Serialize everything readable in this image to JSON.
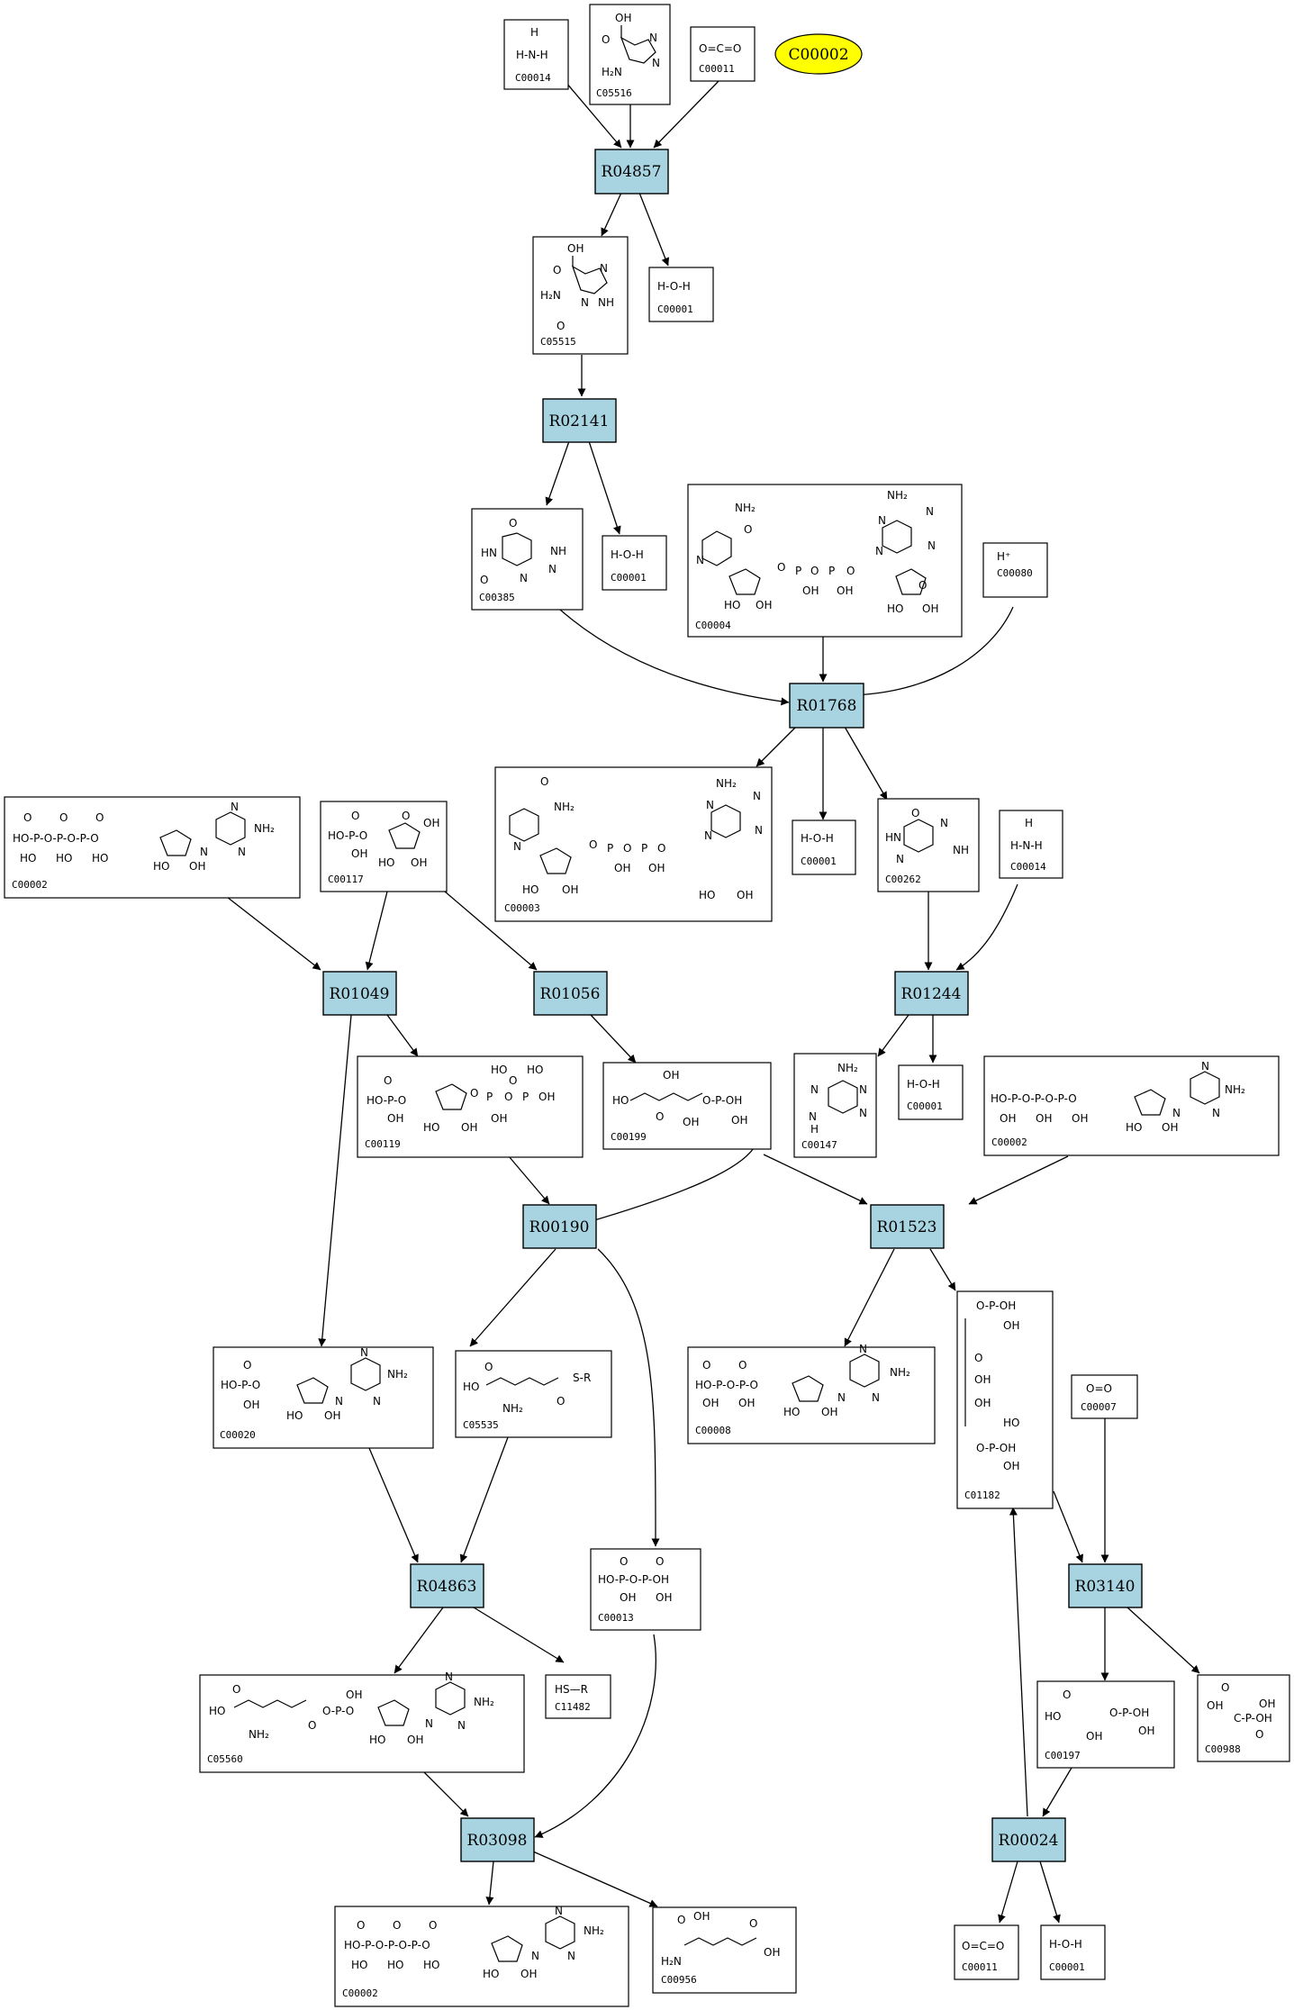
{
  "seed": {
    "label": "C00002"
  },
  "reactions": {
    "R04857": "R04857",
    "R02141": "R02141",
    "R01768": "R01768",
    "R01049": "R01049",
    "R01056": "R01056",
    "R01244": "R01244",
    "R00190": "R00190",
    "R01523": "R01523",
    "R04863": "R04863",
    "R03140": "R03140",
    "R03098": "R03098",
    "R00024": "R00024"
  },
  "compounds": {
    "c00014a": {
      "id": "C00014",
      "formula": [
        "H",
        "H-N-H"
      ]
    },
    "c05516": {
      "id": "C05516",
      "atoms": [
        "OH",
        "O",
        "N",
        "H₂N",
        "N"
      ]
    },
    "c00011a": {
      "id": "C00011",
      "formula": [
        "O=C=O"
      ]
    },
    "c05515": {
      "id": "C05515",
      "atoms": [
        "OH",
        "O",
        "N",
        "H₂N",
        "N",
        "O",
        "NH"
      ]
    },
    "c00001a": {
      "id": "C00001",
      "formula": [
        "H-O-H"
      ]
    },
    "c00385": {
      "id": "C00385",
      "atoms": [
        "O",
        "HN",
        "O",
        "N",
        "NH",
        "N"
      ]
    },
    "c00001b": {
      "id": "C00001",
      "formula": [
        "H-O-H"
      ]
    },
    "c00004": {
      "id": "C00004",
      "atoms": [
        "NH₂",
        "O",
        "N",
        "O",
        "P",
        "O",
        "P",
        "O",
        "OH",
        "OH",
        "HO",
        "OH",
        "NH₂",
        "N",
        "N",
        "N",
        "N",
        "O",
        "HO",
        "OH"
      ]
    },
    "c00080": {
      "id": "C00080",
      "formula": [
        "H⁺"
      ]
    },
    "c00002a": {
      "id": "C00002",
      "atoms": [
        "O",
        "O",
        "O",
        "HO-P-O-P-O-P-O",
        "HO",
        "HO",
        "HO",
        "N",
        "NH₂",
        "N",
        "N",
        "HO",
        "OH"
      ]
    },
    "c00117": {
      "id": "C00117",
      "atoms": [
        "O",
        "HO-P-O",
        "OH",
        "O",
        "OH",
        "HO",
        "OH"
      ]
    },
    "c00003": {
      "id": "C00003",
      "atoms": [
        "O",
        "NH₂",
        "N",
        "O",
        "P",
        "O",
        "P",
        "O",
        "OH",
        "OH",
        "HO",
        "OH",
        "NH₂",
        "N",
        "N",
        "N",
        "N",
        "HO",
        "OH"
      ]
    },
    "c00001c": {
      "id": "C00001",
      "formula": [
        "H-O-H"
      ]
    },
    "c00262": {
      "id": "C00262",
      "atoms": [
        "O",
        "HN",
        "N",
        "N",
        "NH"
      ]
    },
    "c00014b": {
      "id": "C00014",
      "formula": [
        "H",
        "H-N-H"
      ]
    },
    "c00119": {
      "id": "C00119",
      "atoms": [
        "HO",
        "O",
        "HO",
        "O",
        "HO-P-O",
        "OH",
        "O",
        "P",
        "O",
        "P",
        "OH",
        "OH",
        "HO",
        "OH"
      ]
    },
    "c00199": {
      "id": "C00199",
      "atoms": [
        "OH",
        "HO",
        "O",
        "OH",
        "O-P-OH",
        "OH"
      ]
    },
    "c00147": {
      "id": "C00147",
      "atoms": [
        "NH₂",
        "N",
        "N",
        "N",
        "N",
        "H"
      ]
    },
    "c00001d": {
      "id": "C00001",
      "formula": [
        "H-O-H"
      ]
    },
    "c00002b": {
      "id": "C00002",
      "atoms": [
        "HO-P-O-P-O-P-O",
        "OH",
        "OH",
        "OH",
        "N",
        "NH₂",
        "N",
        "N",
        "HO",
        "OH"
      ]
    },
    "c00020": {
      "id": "C00020",
      "atoms": [
        "O",
        "HO-P-O",
        "OH",
        "N",
        "NH₂",
        "N",
        "N",
        "HO",
        "OH"
      ]
    },
    "c05535": {
      "id": "C05535",
      "atoms": [
        "O",
        "HO",
        "NH₂",
        "S-R",
        "O"
      ]
    },
    "c00013": {
      "id": "C00013",
      "atoms": [
        "O",
        "O",
        "HO-P-O-P-OH",
        "OH",
        "OH"
      ]
    },
    "c00008": {
      "id": "C00008",
      "atoms": [
        "O",
        "O",
        "HO-P-O-P-O",
        "OH",
        "OH",
        "N",
        "NH₂",
        "N",
        "N",
        "HO",
        "OH"
      ]
    },
    "c01182": {
      "id": "C01182",
      "atoms": [
        "O-P-OH",
        "OH",
        "O",
        "OH",
        "OH",
        "HO",
        "O-P-OH",
        "OH"
      ]
    },
    "c00007": {
      "id": "C00007",
      "formula": [
        "O=O"
      ]
    },
    "c05560": {
      "id": "C05560",
      "atoms": [
        "O",
        "HO",
        "NH₂",
        "O",
        "O-P-O",
        "OH",
        "N",
        "NH₂",
        "N",
        "N",
        "HO",
        "OH"
      ]
    },
    "c11482": {
      "id": "C11482",
      "formula": [
        "HS—R"
      ]
    },
    "c00197": {
      "id": "C00197",
      "atoms": [
        "O",
        "HO",
        "OH",
        "O-P-OH",
        "OH"
      ]
    },
    "c00988": {
      "id": "C00988",
      "atoms": [
        "O",
        "OH",
        "OH",
        "C-P-OH",
        "O"
      ]
    },
    "c00002c": {
      "id": "C00002",
      "atoms": [
        "O",
        "O",
        "O",
        "HO-P-O-P-O-P-O",
        "HO",
        "HO",
        "HO",
        "N",
        "NH₂",
        "N",
        "N",
        "HO",
        "OH"
      ]
    },
    "c00956": {
      "id": "C00956",
      "atoms": [
        "O",
        "OH",
        "H₂N",
        "O",
        "OH"
      ]
    },
    "c00011b": {
      "id": "C00011",
      "formula": [
        "O=C=O"
      ]
    },
    "c00001e": {
      "id": "C00001",
      "formula": [
        "H-O-H"
      ]
    }
  }
}
